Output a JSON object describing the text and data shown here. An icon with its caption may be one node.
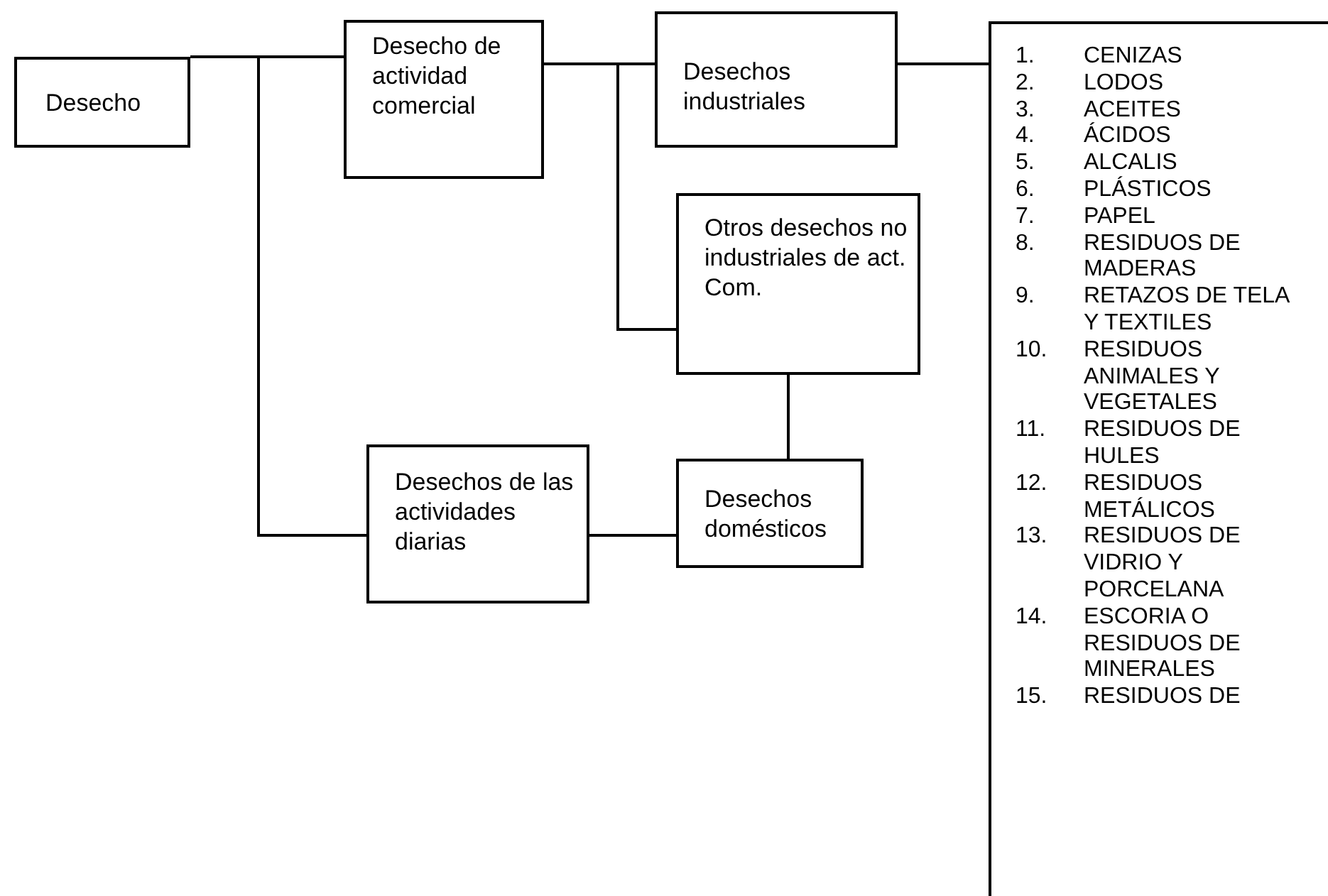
{
  "diagram": {
    "nodes": [
      {
        "text": [
          "Desecho"
        ]
      },
      {
        "text": [
          "Desecho de actividad comercial"
        ]
      },
      {
        "text": [
          "Desechos industriales"
        ]
      },
      {
        "text": [
          "Otros desechos no industriales de act. Com."
        ]
      },
      {
        "text": [
          "Desechos de las actividades diarias"
        ]
      },
      {
        "text": [
          "Desechos domésticos"
        ]
      },
      {
        "text": [
          "1.",
          "CENIZAS",
          "2.",
          "LODOS",
          "3.",
          "ACEITES",
          "4.",
          "ÁCIDOS",
          "5.",
          "ALCALIS",
          "6.",
          "PLÁSTICOS",
          "7.",
          "PAPEL",
          "8.",
          "RESIDUOS DE MADERAS",
          "9.",
          "RETAZOS DE TELA Y TEXTILES",
          "10.",
          "RESIDUOS ANIMALES Y VEGETALES",
          "11.",
          "RESIDUOS DE HULES",
          "12.",
          "RESIDUOS METÁLICOS",
          "13.",
          "RESIDUOS DE VIDRIO Y PORCELANA",
          "14.",
          "ESCORIA O RESIDUOS DE MINERALES",
          "15.",
          "RESIDUOS DE"
        ]
      }
    ],
    "edges": [
      {
        "from": 0,
        "to": 1,
        "arrow": "none"
      },
      {
        "from": 0,
        "to": 4,
        "arrow": "none"
      },
      {
        "from": 1,
        "to": 2,
        "arrow": "none"
      },
      {
        "from": 1,
        "to": 3,
        "arrow": "none"
      },
      {
        "from": 2,
        "to": 6,
        "arrow": "none"
      },
      {
        "from": 4,
        "to": 5,
        "arrow": "none"
      },
      {
        "from": 3,
        "to": 5,
        "arrow": "none"
      }
    ]
  }
}
